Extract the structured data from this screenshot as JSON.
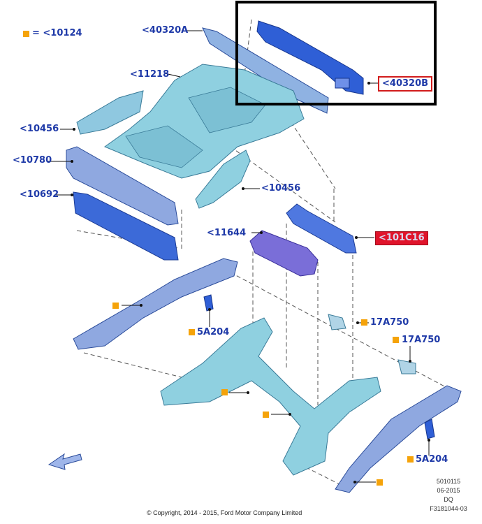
{
  "legend": {
    "text": "= <10124"
  },
  "callouts": {
    "c40320A": "<40320A",
    "c11218": "<11218",
    "c10456_left": "<10456",
    "c10780": "<10780",
    "c10692": "<10692",
    "c10456_center": "<10456",
    "c11644": "<11644",
    "c40320B": "<40320B",
    "c101C16": "<101C16",
    "c17A750_a": "17A750",
    "c17A750_b": "17A750",
    "c5A204_left": "5A204",
    "c5A204_right": "5A204"
  },
  "meta": {
    "line1": "5010115",
    "line2": "06-2015",
    "line3": "DQ",
    "line4": "F3181044-03"
  },
  "copyright": "© Copyright, 2014 - 2015, Ford Motor Company Limited",
  "colors": {
    "part_blue": "#7fa0d6",
    "part_cyan": "#8fd0e0",
    "part_purple": "#7a6ed8",
    "label_blue": "#1f3aa8",
    "marker_orange": "#f5a30a",
    "highlight_red": "#e0142b"
  },
  "icons": {
    "direction": "direction-arrow-icon"
  }
}
